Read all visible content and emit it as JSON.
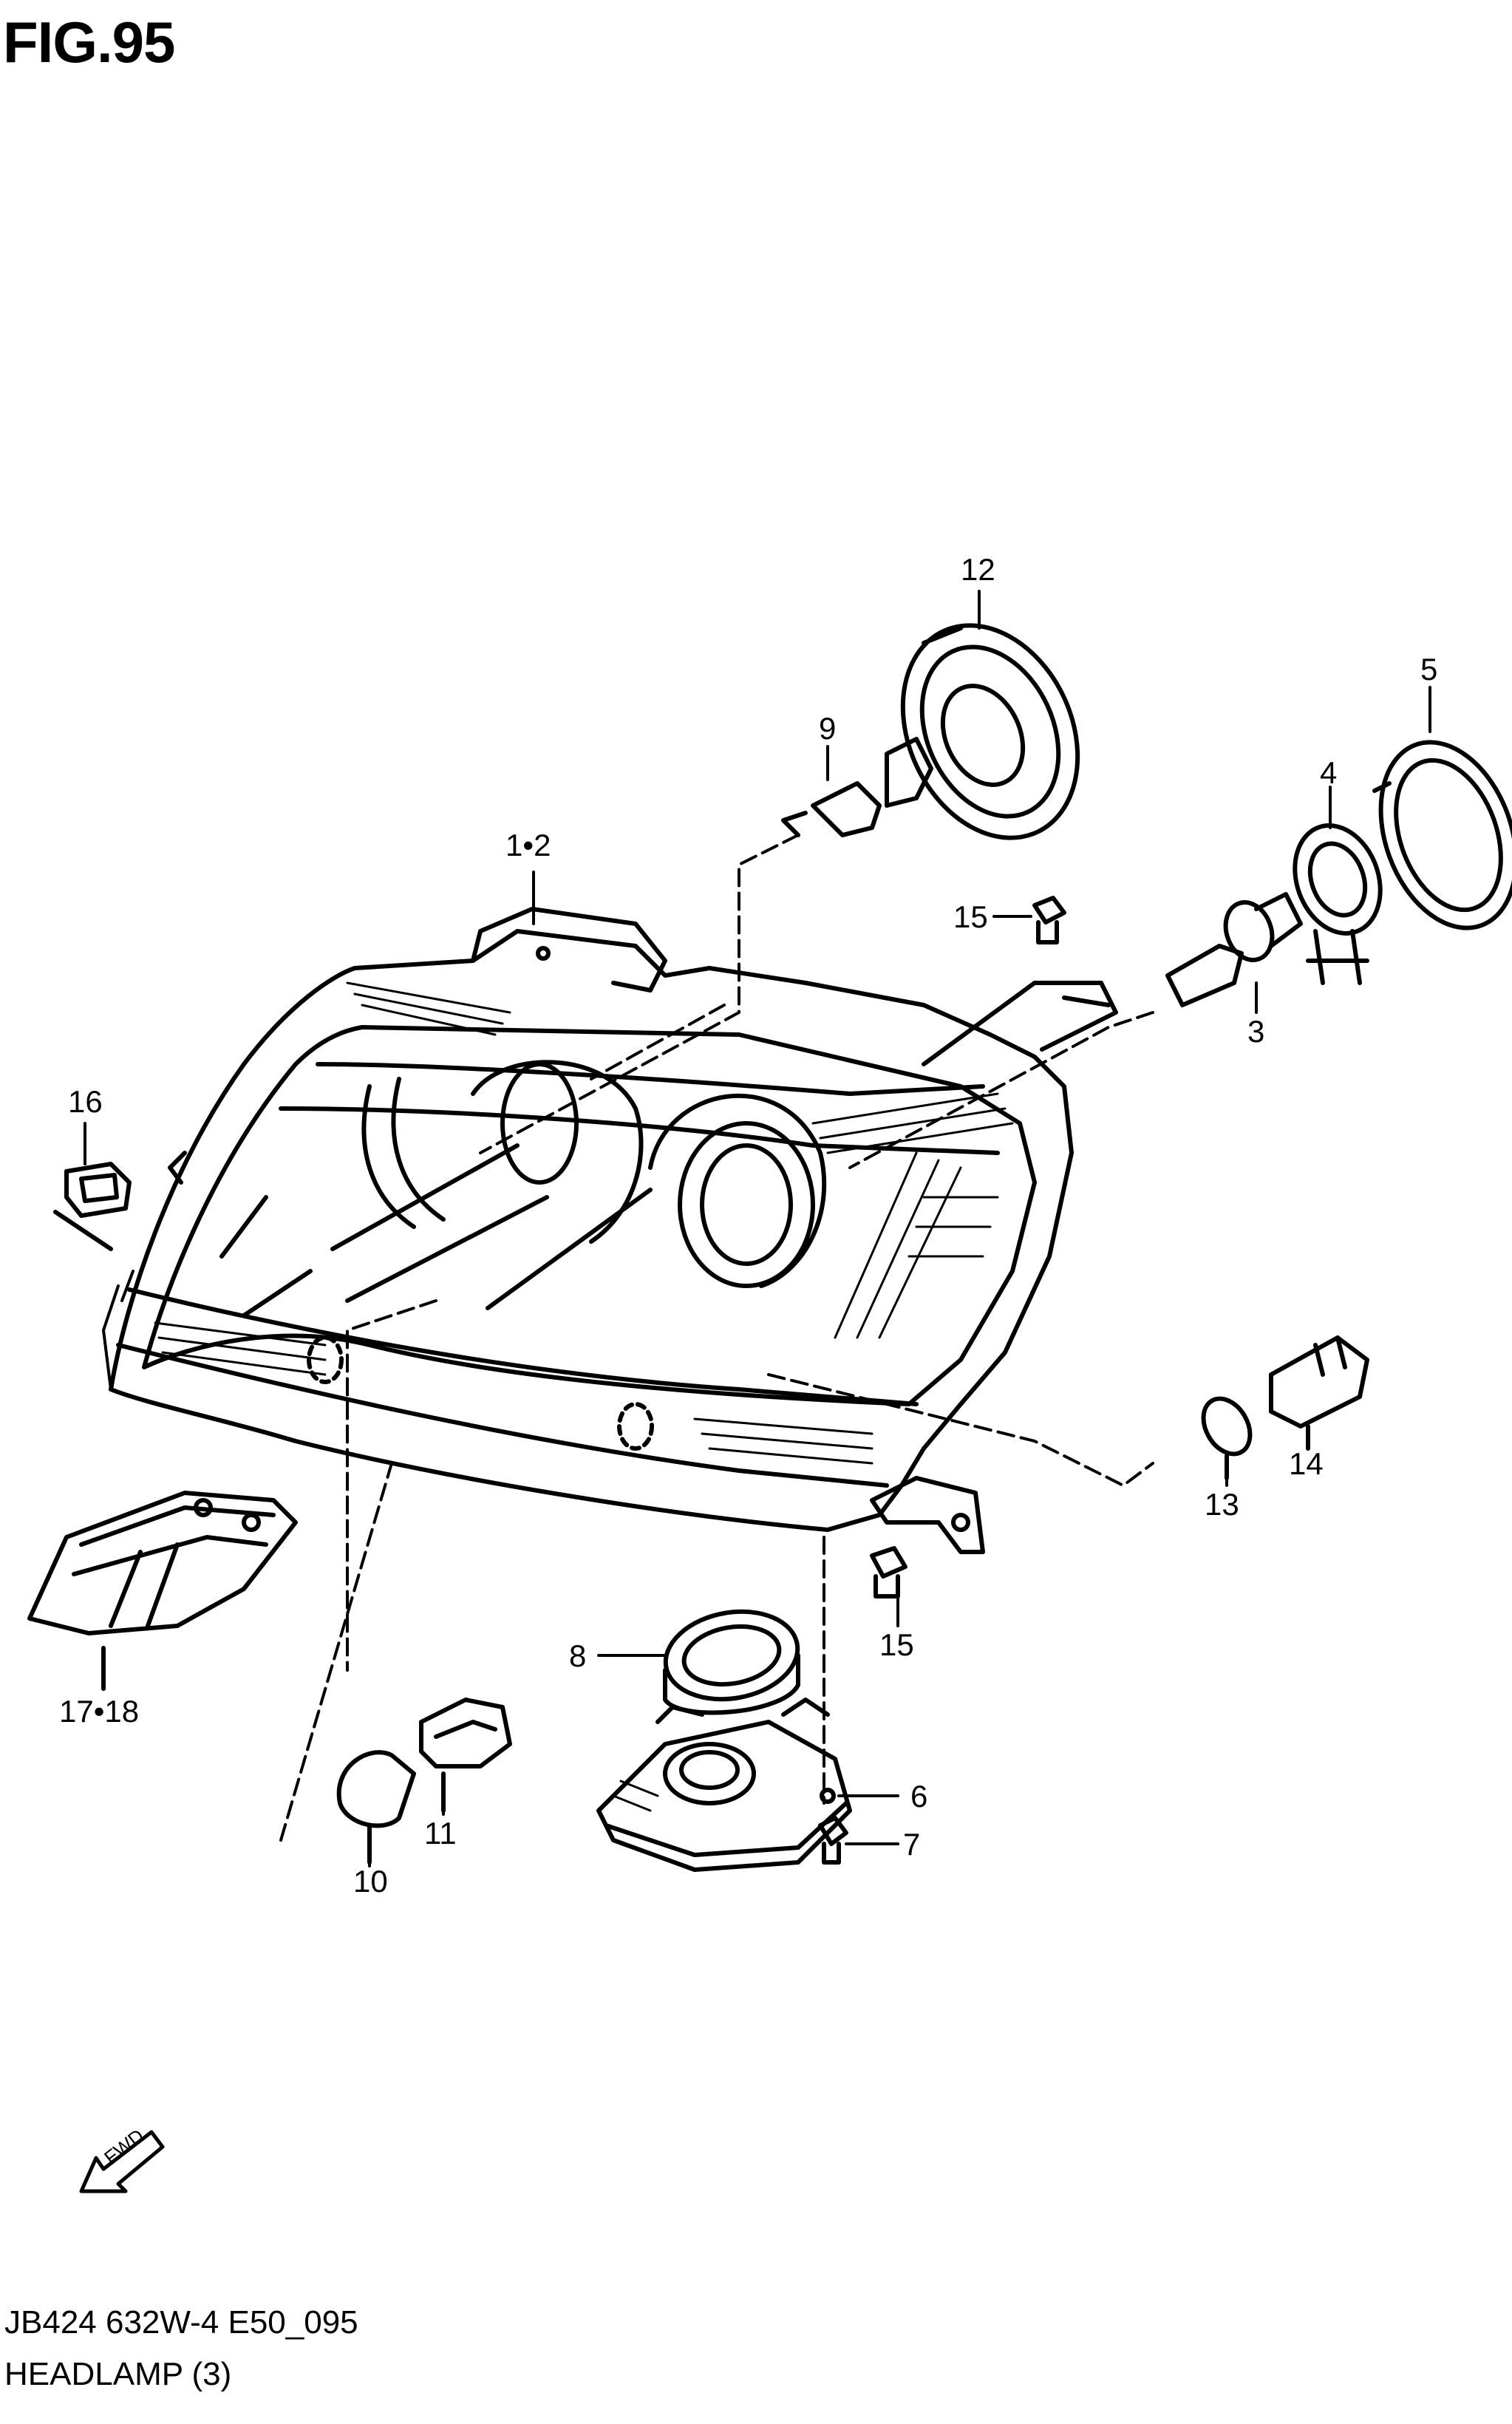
{
  "figure": {
    "title": "FIG.95",
    "code": "JB424 632W-4 E50_095",
    "name": "HEADLAMP (3)"
  },
  "callouts": [
    {
      "id": "c1-2",
      "label": "1•2"
    },
    {
      "id": "c3",
      "label": "3"
    },
    {
      "id": "c4",
      "label": "4"
    },
    {
      "id": "c5",
      "label": "5"
    },
    {
      "id": "c6",
      "label": "6"
    },
    {
      "id": "c7",
      "label": "7"
    },
    {
      "id": "c8",
      "label": "8"
    },
    {
      "id": "c9",
      "label": "9"
    },
    {
      "id": "c10",
      "label": "10"
    },
    {
      "id": "c11",
      "label": "11"
    },
    {
      "id": "c12",
      "label": "12"
    },
    {
      "id": "c13",
      "label": "13"
    },
    {
      "id": "c14",
      "label": "14"
    },
    {
      "id": "c15a",
      "label": "15"
    },
    {
      "id": "c15b",
      "label": "15"
    },
    {
      "id": "c16",
      "label": "16"
    },
    {
      "id": "c17-18",
      "label": "17•18"
    }
  ],
  "direction_arrow": {
    "label": "FWD"
  }
}
